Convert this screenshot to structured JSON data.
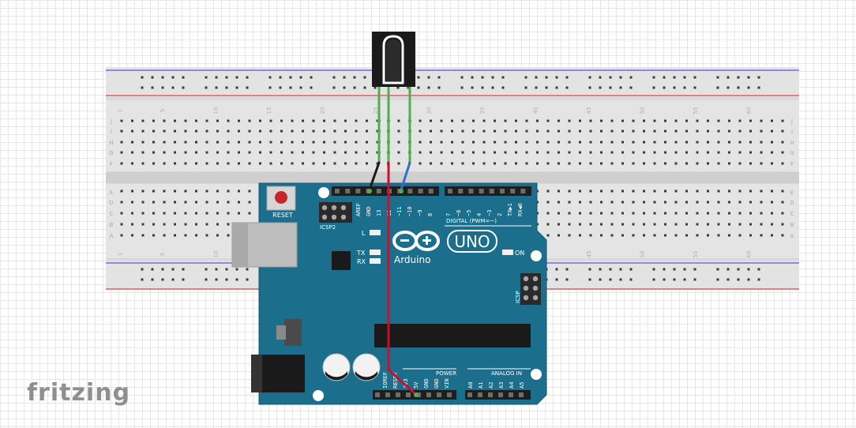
{
  "breadboard": {
    "row_letters_top": [
      "J",
      "I",
      "H",
      "G",
      "F"
    ],
    "row_letters_bottom": [
      "E",
      "D",
      "C",
      "B",
      "A"
    ],
    "column_numbers": [
      "1",
      "5",
      "10",
      "15",
      "20",
      "25",
      "30",
      "35",
      "40",
      "45",
      "50",
      "55",
      "60"
    ]
  },
  "arduino": {
    "logo_text": "UNO",
    "brand_text": "Arduino",
    "reset_label": "RESET",
    "icsp2_label": "ICSP2",
    "icsp_label": "ICSP",
    "led_labels": [
      "L",
      "TX",
      "RX",
      "ON"
    ],
    "digital_header_label": "DIGITAL (PWM=~)",
    "top_pins": [
      "AREF",
      "GND",
      "13",
      "12",
      "~11",
      "~10",
      "~9",
      "8",
      "7",
      "~6",
      "~5",
      "4",
      "~3",
      "2",
      "TX▶1",
      "RX◀0"
    ],
    "power_label": "POWER",
    "analog_label": "ANALOG IN",
    "power_pins": [
      "IOREF",
      "RESET",
      "3V3",
      "5V",
      "GND",
      "GND",
      "VIN"
    ],
    "analog_pins": [
      "A0",
      "A1",
      "A2",
      "A3",
      "A4",
      "A5"
    ]
  },
  "wires": [
    {
      "name": "ground",
      "color": "#1a1a1a"
    },
    {
      "name": "power-5v",
      "color": "#c8102e"
    },
    {
      "name": "signal-pin-11",
      "color": "#2f6fd0"
    },
    {
      "name": "sensor-legs",
      "color": "#4fae4f"
    }
  ],
  "colors": {
    "board": "#1b6f8d",
    "rail_red": "#d94a4a",
    "rail_blue": "#5a5ad6"
  },
  "footer": {
    "brand": "fritzing"
  }
}
